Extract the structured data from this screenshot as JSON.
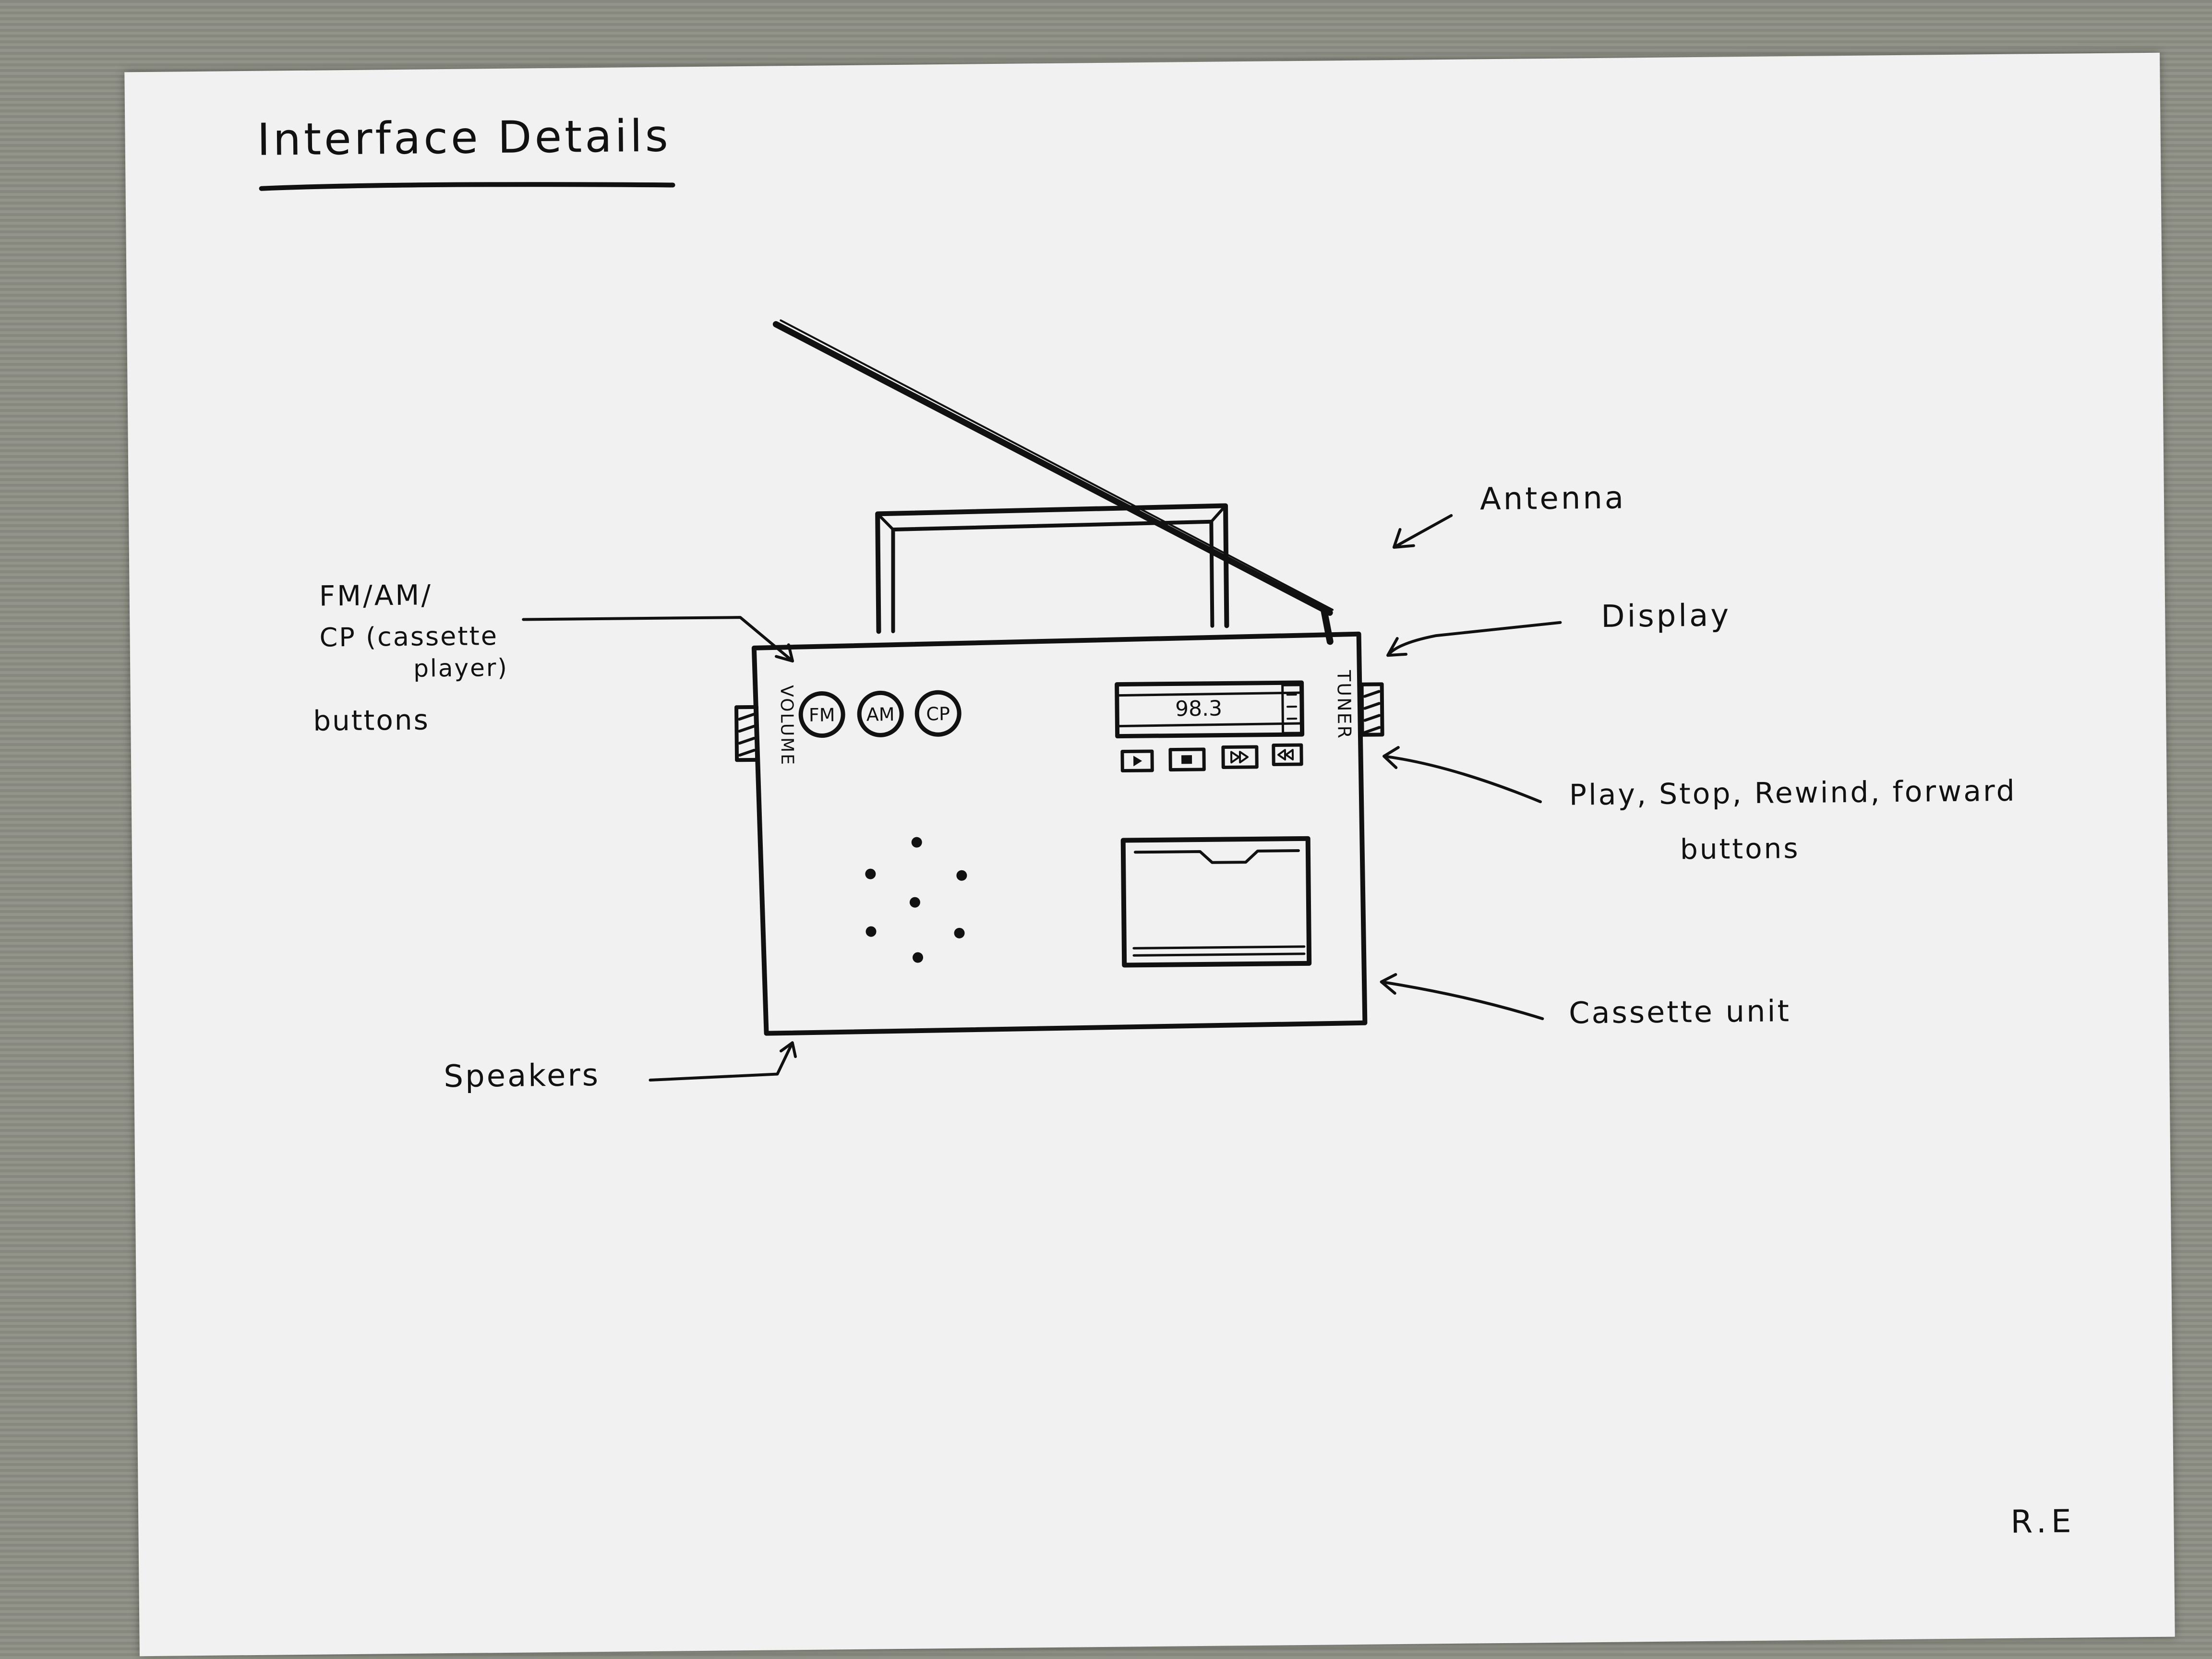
{
  "title": "Interface Details",
  "radio": {
    "mode_buttons": [
      "FM",
      "AM",
      "CP"
    ],
    "display_value": "98.3",
    "volume_label": "VOLUME",
    "tuner_label": "TUNER"
  },
  "labels": {
    "modes_line1": "FM/AM/",
    "modes_line2": "CP (cassette",
    "modes_line3": "player)",
    "modes_line4": "buttons",
    "antenna": "Antenna",
    "display": "Display",
    "controls_line1": "Play, Stop, Rewind, forward",
    "controls_line2": "buttons",
    "speakers": "Speakers",
    "cassette": "Cassette unit"
  },
  "signature": "R.E"
}
